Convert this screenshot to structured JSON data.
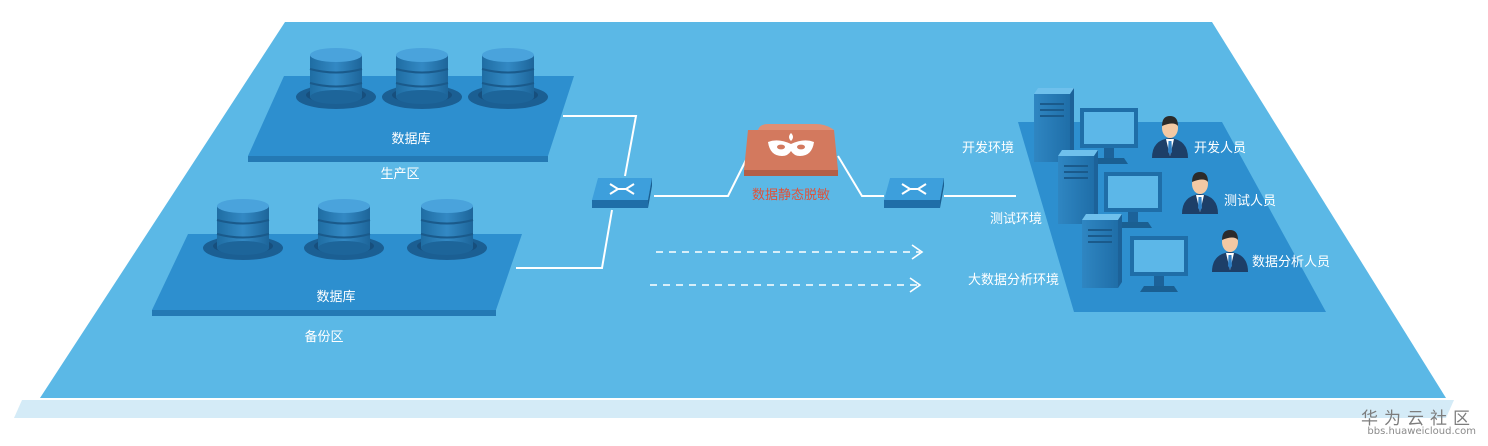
{
  "zones": {
    "production": {
      "db_label": "数据库",
      "zone_label": "生产区"
    },
    "backup": {
      "db_label": "数据库",
      "zone_label": "备份区"
    }
  },
  "masking": {
    "label": "数据静态脱敏"
  },
  "environments": [
    {
      "label": "开发环境",
      "user": "开发人员"
    },
    {
      "label": "测试环境",
      "user": "测试人员"
    },
    {
      "label": "大数据分析环境",
      "user": "数据分析人员"
    }
  ],
  "watermark": {
    "title": "华为云社区",
    "url": "bbs.huaweicloud.com"
  },
  "colors": {
    "platform_top": "#5bb8e6",
    "platform_edge": "#d4ebf7",
    "zone_fill": "#2d8fcf",
    "mask_box": "#d3795e",
    "line": "#ffffff"
  }
}
